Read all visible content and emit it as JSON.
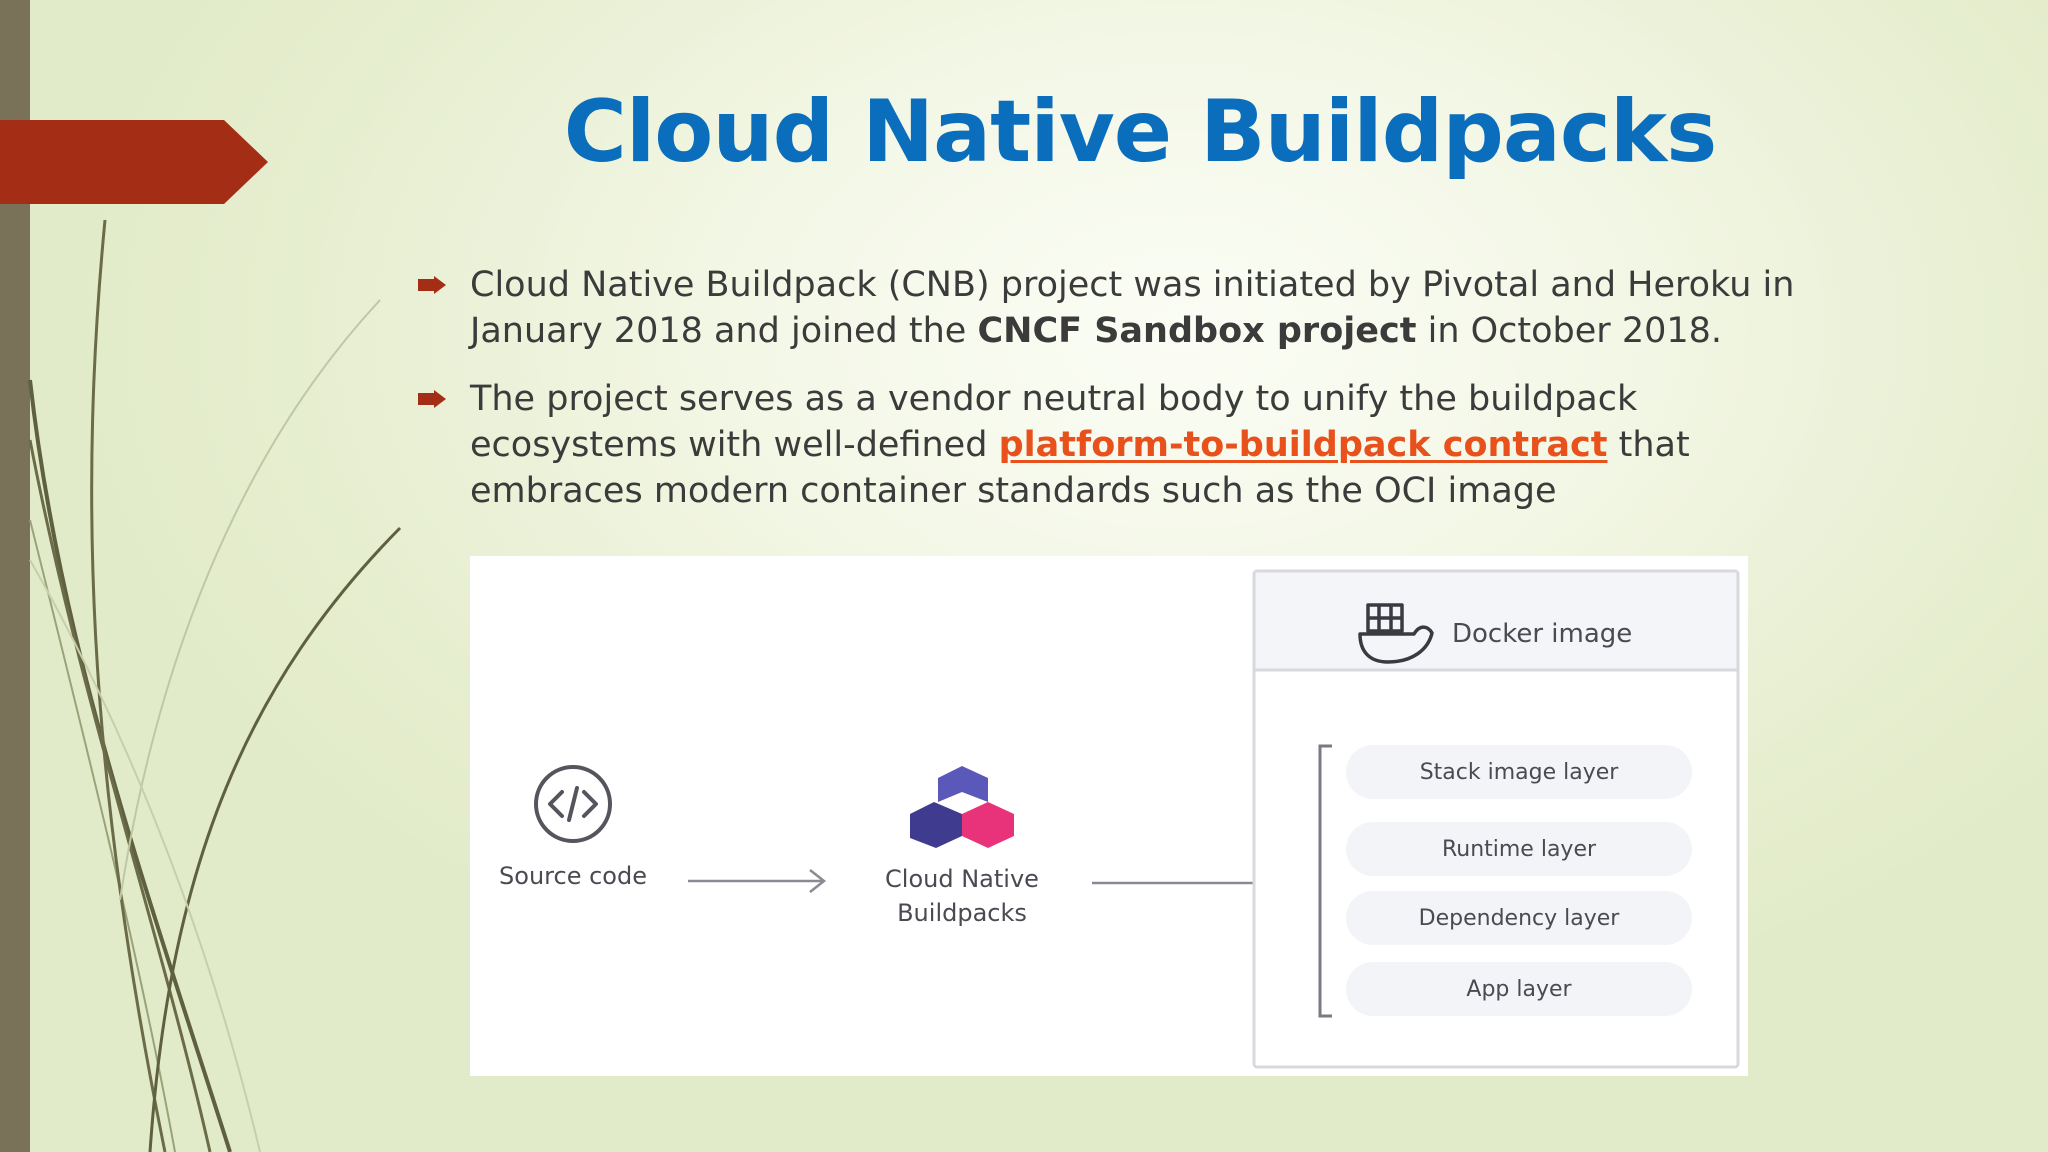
{
  "slide": {
    "title": "Cloud Native Buildpacks",
    "bullets": [
      {
        "before": "Cloud Native Buildpack (CNB) project was initiated by Pivotal and Heroku in January 2018 and joined the ",
        "bold": "CNCF Sandbox project",
        "after": " in October 2018."
      },
      {
        "before": "The project serves as a vendor neutral body to unify the buildpack ecosystems with well-defined ",
        "link": "platform-to-buildpack contract",
        "after": " that embraces modern container standards such as the OCI image"
      }
    ]
  },
  "diagram": {
    "source_label": "Source code",
    "cnb_label_line1": "Cloud Native",
    "cnb_label_line2": "Buildpacks",
    "docker_label": "Docker image",
    "layers": [
      "Stack image layer",
      "Runtime layer",
      "Dependency layer",
      "App layer"
    ]
  },
  "colors": {
    "title": "#0a6ebd",
    "accent_red": "#a32d15",
    "link": "#e8501c",
    "logo_dark": "#3f3b8f",
    "logo_pink": "#e8337a"
  },
  "icons": [
    "code-icon",
    "cnb-logo-icon",
    "docker-whale-icon",
    "bullet-arrow-icon"
  ]
}
